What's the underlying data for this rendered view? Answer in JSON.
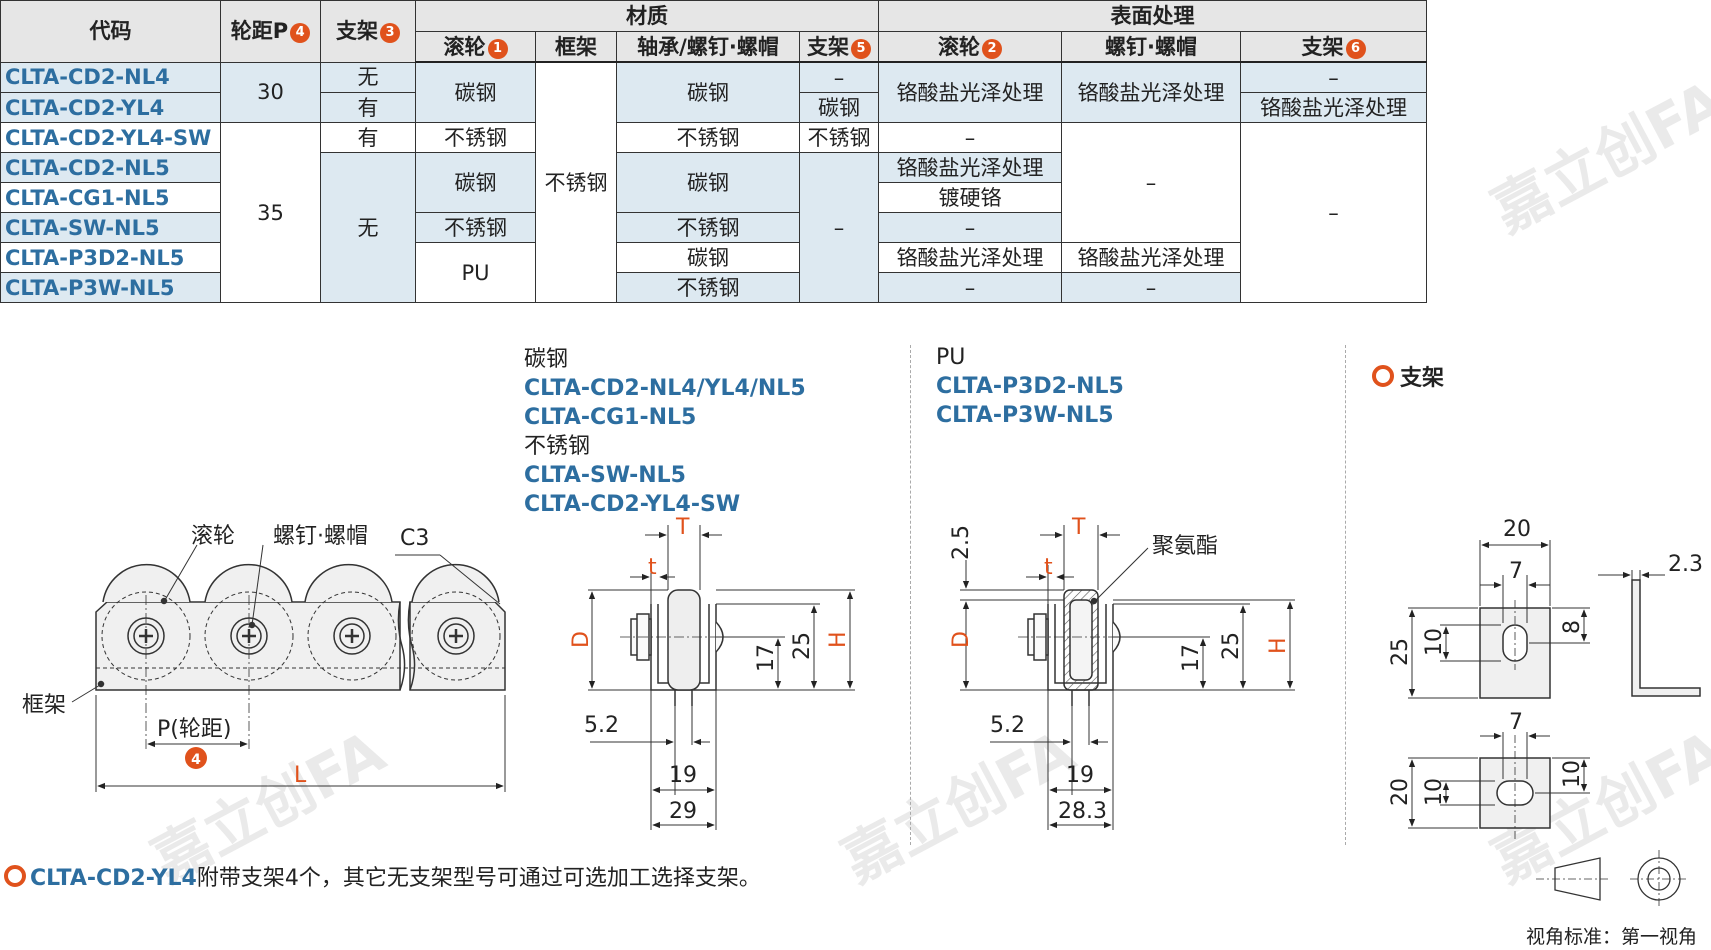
{
  "table": {
    "header": {
      "code": "代码",
      "pitch": "轮距P",
      "pitch_badge": "4",
      "bracket": "支架",
      "bracket_badge": "3",
      "material": "材质",
      "surface": "表面处理",
      "mat_roller": "滚轮",
      "mat_roller_badge": "1",
      "mat_frame": "框架",
      "mat_bearing": "轴承/螺钉·螺帽",
      "mat_bracket": "支架",
      "mat_bracket_badge": "5",
      "surf_roller": "滚轮",
      "surf_roller_badge": "2",
      "surf_screw": "螺钉·螺帽",
      "surf_bracket": "支架",
      "surf_bracket_badge": "6"
    },
    "rows": [
      {
        "code": "CLTA-CD2-NL4"
      },
      {
        "code": "CLTA-CD2-YL4"
      },
      {
        "code": "CLTA-CD2-YL4-SW"
      },
      {
        "code": "CLTA-CD2-NL5"
      },
      {
        "code": "CLTA-CG1-NL5"
      },
      {
        "code": "CLTA-SW-NL5"
      },
      {
        "code": "CLTA-P3D2-NL5"
      },
      {
        "code": "CLTA-P3W-NL5"
      }
    ],
    "cells": {
      "pitch_30": "30",
      "pitch_35": "35",
      "br_no1": "无",
      "br_yes1": "有",
      "br_yes2": "有",
      "br_no2": "无",
      "roller_carbon1": "碳钢",
      "roller_ss1": "不锈钢",
      "roller_carbon2": "碳钢",
      "roller_ss2": "不锈钢",
      "roller_pu": "PU",
      "frame_ss": "不锈钢",
      "bear_carbon1": "碳钢",
      "bear_ss1": "不锈钢",
      "bear_carbon2": "碳钢",
      "bear_ss2": "不锈钢",
      "bear_carbon3": "碳钢",
      "bear_ss3": "不锈钢",
      "mbr_dash1": "–",
      "mbr_carbon": "碳钢",
      "mbr_ss": "不锈钢",
      "mbr_dash2": "–",
      "sroll_chromate1": "铬酸盐光泽处理",
      "sroll_dash1": "–",
      "sroll_chromate2": "铬酸盐光泽处理",
      "sroll_hardchrome": "镀硬铬",
      "sroll_dash2": "–",
      "sroll_chromate3": "铬酸盐光泽处理",
      "sroll_dash3": "–",
      "sscrew_chromate1": "铬酸盐光泽处理",
      "sscrew_dash1": "–",
      "sscrew_chromate2": "铬酸盐光泽处理",
      "sscrew_dash2": "–",
      "sbr_dash1": "–",
      "sbr_chromate": "铬酸盐光泽处理",
      "sbr_dash2": "–"
    }
  },
  "drawings": {
    "overview": {
      "label_roller": "滚轮",
      "label_screw": "螺钉·螺帽",
      "label_c3": "C3",
      "label_frame": "框架",
      "label_pitch": "P(轮距)",
      "pitch_badge": "4",
      "label_length": "L"
    },
    "section_metal": {
      "title_carbon": "碳钢",
      "codes_carbon": [
        "CLTA-CD2-NL4/YL4/NL5",
        "CLTA-CG1-NL5"
      ],
      "title_ss": "不锈钢",
      "codes_ss": [
        "CLTA-SW-NL5",
        "CLTA-CD2-YL4-SW"
      ],
      "dim_T": "T",
      "dim_t": "t",
      "dim_D": "D",
      "dim_H": "H",
      "dim_17": "17",
      "dim_25": "25",
      "dim_52": "5.2",
      "dim_19": "19",
      "dim_29": "29"
    },
    "section_pu": {
      "title": "PU",
      "codes": [
        "CLTA-P3D2-NL5",
        "CLTA-P3W-NL5"
      ],
      "label_poly": "聚氨酯",
      "dim_25top": "2.5",
      "dim_T": "T",
      "dim_t": "t",
      "dim_D": "D",
      "dim_H": "H",
      "dim_17": "17",
      "dim_25": "25",
      "dim_52": "5.2",
      "dim_19": "19",
      "dim_283": "28.3"
    },
    "bracket": {
      "title": "支架",
      "dim_20a": "20",
      "dim_7a": "7",
      "dim_23": "2.3",
      "dim_25": "25",
      "dim_10a": "10",
      "dim_8": "8",
      "dim_7b": "7",
      "dim_20b": "20",
      "dim_10b": "10",
      "dim_10c": "10"
    }
  },
  "note": {
    "code": "CLTA-CD2-YL4",
    "text": "附带支架4个，其它无支架型号可通过可选加工选择支架。"
  },
  "view_standard": "视角标准：第一视角",
  "colors": {
    "blue": "#2d6ea0",
    "orange": "#e0521c",
    "row_alt": "#dde9f1",
    "header": "#e6e6e6"
  }
}
